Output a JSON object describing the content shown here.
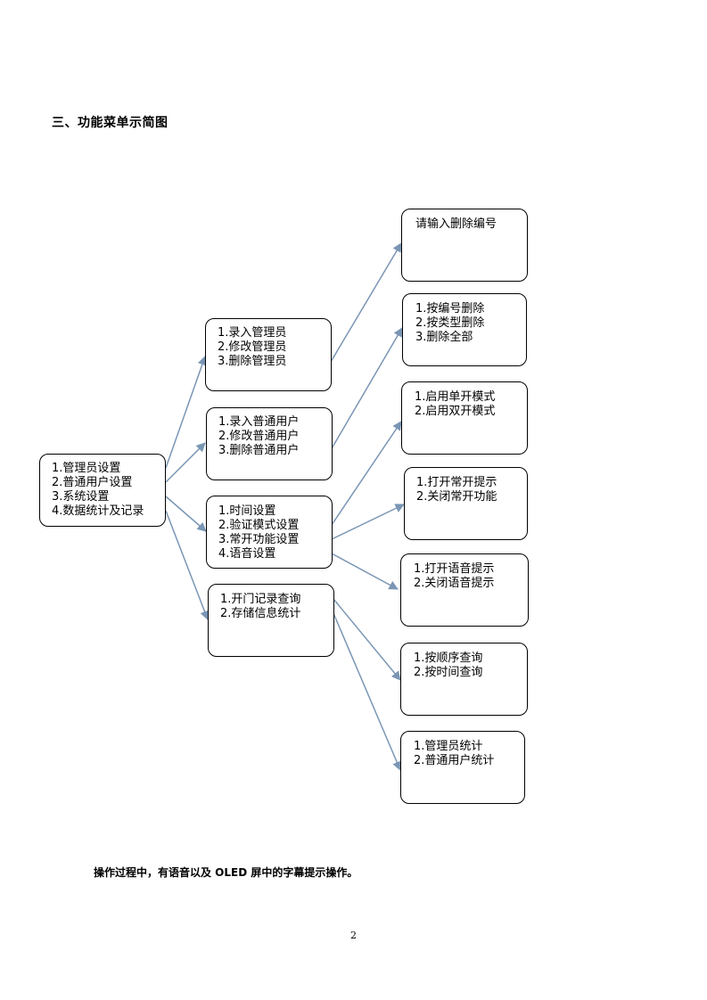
{
  "heading": "三、功能菜单示简图",
  "diagram": {
    "root": {
      "items": [
        "1.管理员设置",
        "2.普通用户设置",
        "3.系统设置",
        "4.数据统计及记录"
      ]
    },
    "level2": {
      "admin": [
        "1.录入管理员",
        "2.修改管理员",
        "3.删除管理员"
      ],
      "user": [
        "1.录入普通用户",
        "2.修改普通用户",
        "3.删除普通用户"
      ],
      "system": [
        "1.时间设置",
        "2.验证模式设置",
        "3.常开功能设置",
        "4.语音设置"
      ],
      "records": [
        "1.开门记录查询",
        "2.存储信息统计"
      ]
    },
    "level3": {
      "delete_id": [
        "请输入删除编号"
      ],
      "delete_mode": [
        "1.按编号删除",
        "2.按类型删除",
        "3.删除全部"
      ],
      "verify_mode": [
        "1.启用单开模式",
        "2.启用双开模式"
      ],
      "always_open": [
        "1.打开常开提示",
        "2.关闭常开功能"
      ],
      "voice": [
        "1.打开语音提示",
        "2.关闭语音提示"
      ],
      "query": [
        "1.按顺序查询",
        "2.按时间查询"
      ],
      "stats": [
        "1.管理员统计",
        "2.普通用户统计"
      ]
    }
  },
  "footer_note": "操作过程中，有语音以及 OLED 屏中的字幕提示操作。",
  "page_number": "2",
  "colors": {
    "arrow": "#7a96b4",
    "border": "#000000"
  }
}
